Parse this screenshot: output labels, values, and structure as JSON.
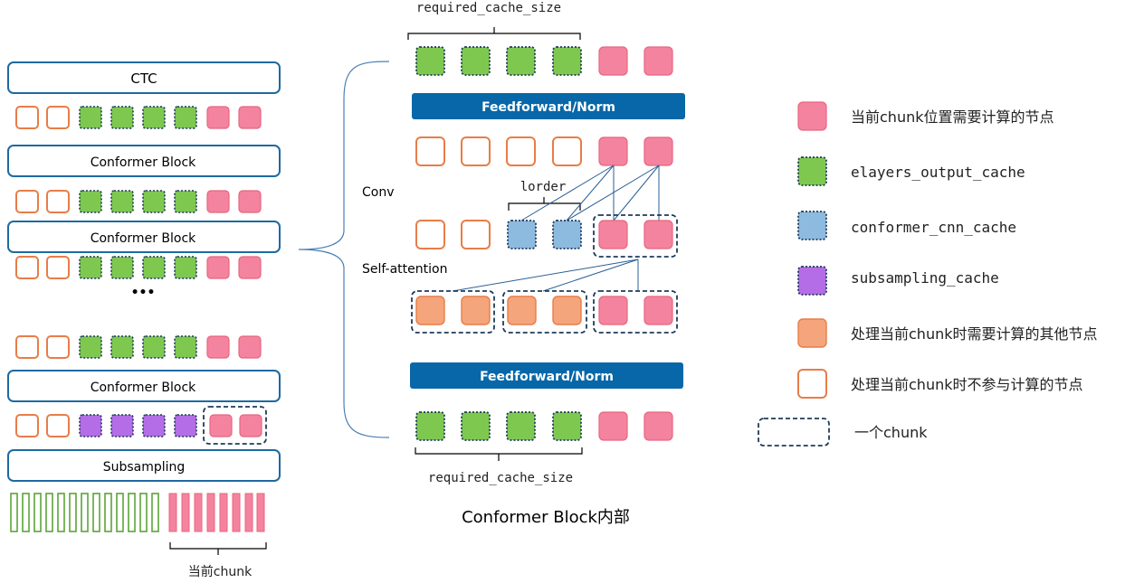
{
  "left_stack": {
    "ctc_label": "CTC",
    "conformer_block_label": "Conformer Block",
    "ellipsis": "•••",
    "subsampling_label": "Subsampling",
    "current_chunk_label": "当前chunk"
  },
  "conformer_detail": {
    "title": "Conformer Block内部",
    "required_cache_size_label": "required_cache_size",
    "feedforward_norm_label": "Feedforward/Norm",
    "conv_label": "Conv",
    "lorder_label": "lorder",
    "self_attention_label": "Self-attention"
  },
  "legend": {
    "items": [
      {
        "kind": "pink",
        "label": "当前chunk位置需要计算的节点"
      },
      {
        "kind": "green",
        "label": "elayers_output_cache"
      },
      {
        "kind": "blue",
        "label": "conformer_cnn_cache"
      },
      {
        "kind": "purple",
        "label": "subsampling_cache"
      },
      {
        "kind": "orange-fill",
        "label": "处理当前chunk时需要计算的其他节点"
      },
      {
        "kind": "orange-empty",
        "label": "处理当前chunk时不参与计算的节点"
      },
      {
        "kind": "chunk",
        "label": "一个chunk"
      }
    ]
  },
  "colors": {
    "pink": "#f4839f",
    "green": "#7ec850",
    "blue": "#8dbadf",
    "purple": "#b46de6",
    "orange": "#f5a57c",
    "orange_border": "#e87d48",
    "navy": "#1f3b5a",
    "box_border": "#1e6aa0",
    "bar_fill": "#0767a8"
  }
}
